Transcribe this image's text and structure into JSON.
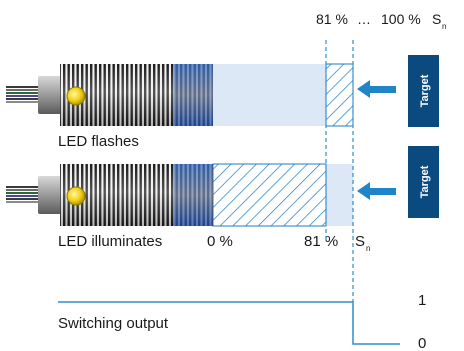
{
  "header": {
    "range_from": "81 %",
    "range_sep": "…",
    "range_to": "100 %",
    "range_sym": "S",
    "range_sub": "n"
  },
  "row1": {
    "caption": "LED flashes",
    "target_label": "Target"
  },
  "row2": {
    "caption": "LED illuminates",
    "target_label": "Target",
    "zero_label": "0 %",
    "mark_value": "81 %",
    "mark_sym": "S",
    "mark_sub": "n"
  },
  "output": {
    "caption": "Switching output",
    "level_high": "1",
    "level_low": "0"
  },
  "colors": {
    "target_badge": "#0a4a7f",
    "arrow": "#1e86c8",
    "beam": "#dce8f6",
    "dashed_line": "#2f8dd0",
    "hatch": "#1f7cc0",
    "output_line": "#2f8dd0",
    "led": "#f2d21a"
  }
}
